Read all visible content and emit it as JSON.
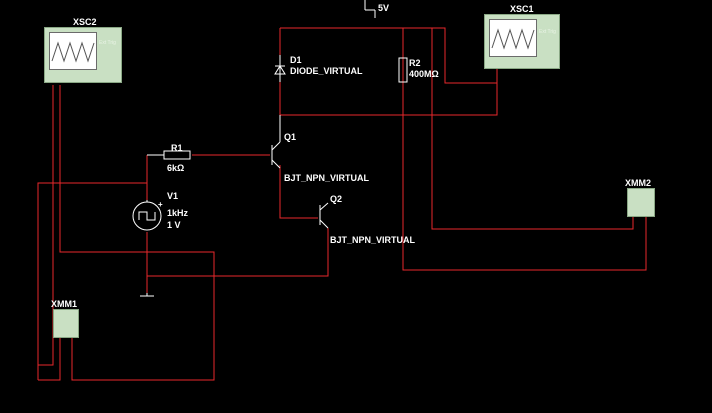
{
  "components": {
    "xsc2": {
      "ref": "XSC2",
      "ext": "Ext Trig"
    },
    "xsc1": {
      "ref": "XSC1",
      "ext": "Ext Trig"
    },
    "supply": {
      "value": "5V"
    },
    "d1": {
      "ref": "D1",
      "model": "DIODE_VIRTUAL"
    },
    "r2": {
      "ref": "R2",
      "value": "400MΩ"
    },
    "r1": {
      "ref": "R1",
      "value": "6kΩ"
    },
    "q1": {
      "ref": "Q1",
      "model": "BJT_NPN_VIRTUAL"
    },
    "q2": {
      "ref": "Q2",
      "model": "BJT_NPN_VIRTUAL"
    },
    "v1": {
      "ref": "V1",
      "freq": "1kHz",
      "amp": "1 V",
      "polarity": "+"
    },
    "xmm1": {
      "ref": "XMM1"
    },
    "xmm2": {
      "ref": "XMM2"
    }
  },
  "colors": {
    "background": "#000000",
    "wire": "#e8282b",
    "wire_alt": "#ff6b6b",
    "instrument_body": "#c9e0c3",
    "label": "#ffffff"
  }
}
